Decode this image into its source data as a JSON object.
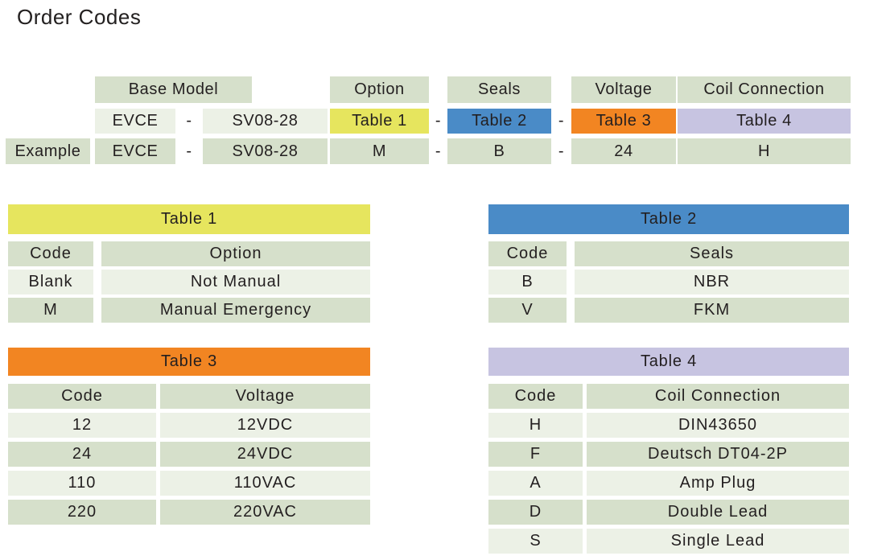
{
  "title": "Order Codes",
  "colors": {
    "table1_yellow": "#e6e55e",
    "table2_blue": "#4a8bc7",
    "table3_orange": "#f28522",
    "table4_lavender": "#c7c4e1",
    "cell_dark_green": "#d6e0cb",
    "cell_light_green": "#ecf1e6",
    "text": "#231f20"
  },
  "order_code": {
    "separator": "-",
    "headers": {
      "base_model": "Base Model",
      "option": "Option",
      "seals": "Seals",
      "voltage": "Voltage",
      "coil_connection": "Coil Connection"
    },
    "code_row": {
      "series": "EVCE",
      "model": "SV08-28",
      "option_ref": "Table 1",
      "seals_ref": "Table 2",
      "voltage_ref": "Table 3",
      "coil_ref": "Table 4"
    },
    "example_row": {
      "label": "Example",
      "series": "EVCE",
      "model": "SV08-28",
      "option": "M",
      "seals": "B",
      "voltage": "24",
      "coil": "H"
    }
  },
  "table1": {
    "title": "Table 1",
    "col_headers": [
      "Code",
      "Option"
    ],
    "rows": [
      [
        "Blank",
        "Not Manual"
      ],
      [
        "M",
        "Manual Emergency"
      ]
    ]
  },
  "table2": {
    "title": "Table 2",
    "col_headers": [
      "Code",
      "Seals"
    ],
    "rows": [
      [
        "B",
        "NBR"
      ],
      [
        "V",
        "FKM"
      ]
    ]
  },
  "table3": {
    "title": "Table 3",
    "col_headers": [
      "Code",
      "Voltage"
    ],
    "rows": [
      [
        "12",
        "12VDC"
      ],
      [
        "24",
        "24VDC"
      ],
      [
        "110",
        "110VAC"
      ],
      [
        "220",
        "220VAC"
      ]
    ]
  },
  "table4": {
    "title": "Table 4",
    "col_headers": [
      "Code",
      "Coil Connection"
    ],
    "rows": [
      [
        "H",
        "DIN43650"
      ],
      [
        "F",
        "Deutsch DT04-2P"
      ],
      [
        "A",
        "Amp Plug"
      ],
      [
        "D",
        "Double Lead"
      ],
      [
        "S",
        "Single Lead"
      ]
    ]
  }
}
